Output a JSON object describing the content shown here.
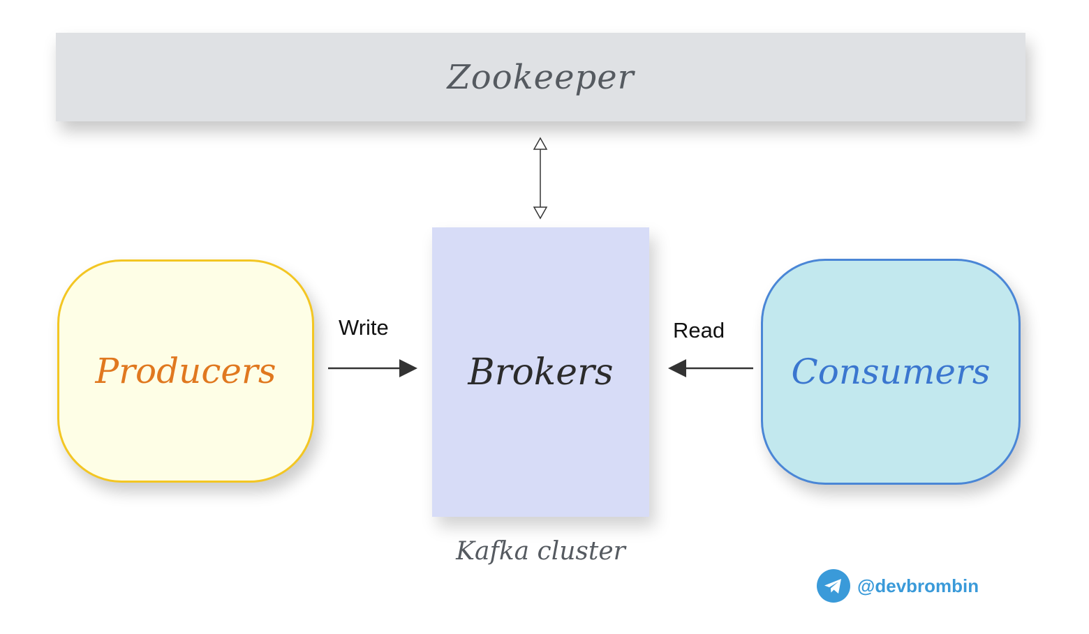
{
  "zookeeper": {
    "label": "Zookeeper"
  },
  "producers": {
    "label": "Producers"
  },
  "brokers": {
    "label": "Brokers"
  },
  "consumers": {
    "label": "Consumers"
  },
  "edges": {
    "write_label": "Write",
    "read_label": "Read"
  },
  "cluster": {
    "label": "Kafka cluster"
  },
  "watermark": {
    "handle": "@devbrombin",
    "icon": "telegram-icon"
  },
  "colors": {
    "zookeeper_fill": "#dfe1e4",
    "producers_fill": "#fefee6",
    "producers_border": "#f3c623",
    "producers_text": "#e0781f",
    "brokers_fill": "#d7dcf7",
    "consumers_fill": "#c2e8ee",
    "consumers_border": "#4a86d6",
    "consumers_text": "#3a76cf",
    "telegram": "#3a9ad9"
  }
}
